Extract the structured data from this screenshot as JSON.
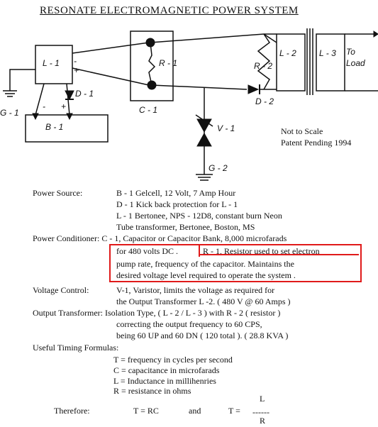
{
  "title": "RESONATE ELECTROMAGNETIC POWER SYSTEM",
  "diagram_labels": {
    "l1": "L - 1",
    "g1": "G - 1",
    "d1": "D - 1",
    "b1": "B - 1",
    "minus1": "-",
    "plus1": "+",
    "minus2": "-",
    "plus2": "+",
    "r1": "R - 1",
    "c1": "C - 1",
    "d2": "D - 2",
    "v1": "V - 1",
    "g2": "G - 2",
    "r2": "R - 2",
    "l2": "L - 2",
    "l3": "L - 3",
    "to": "To",
    "load": "Load"
  },
  "notes": {
    "scale": "Not to Scale",
    "patent": "Patent Pending 1994"
  },
  "text_lines": [
    "Power Source:",
    "B - 1   Gelcell, 12 Volt, 7 Amp Hour",
    "D - 1   Kick back protection for L - 1",
    "L - 1   Bertonee,  NPS - 12D8, constant burn Neon",
    "Tube transformer, Bertonee, Boston, MS",
    "Power Conditioner: C - 1, Capacitor or Capacitor Bank, 8,000 microfarads",
    "for 480 volts DC .",
    "R - 1, Resistor used to set electron",
    "pump rate,  frequency of the capacitor. Maintains the",
    "desired voltage level required to operate the system .",
    "Voltage Control:",
    "V-1,  Varistor,  limits the voltage as  required  for",
    "the Output Transformer L -2. ( 480 V @ 60 Amps )",
    "Output Transformer: Isolation Type,  ( L - 2 / L - 3 )  with  R - 2  ( resistor )",
    "correcting the output frequency  to 60 CPS,",
    "being 60 UP and 60 DN  ( 120 total ).   ( 28.8  KVA )",
    "Useful Timing Formulas:",
    "T  =  frequency      in cycles per second",
    "C  =  capacitance    in microfarads",
    "L  =  Inductance     in millihenries",
    "R  =  resistance      in  ohms",
    "Therefore:",
    "T  =  RC",
    "and",
    "T  =",
    "L",
    "------",
    "R"
  ]
}
